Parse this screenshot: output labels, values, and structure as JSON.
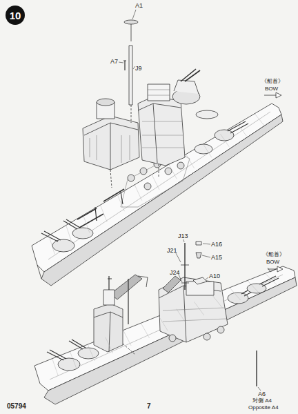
{
  "diagram": {
    "nodes": [
      {
        "text": [
          "10"
        ]
      }
    ],
    "labels": [
      "A1",
      "A7",
      "J9",
      "《船首》",
      "BOW",
      "J13",
      "J21",
      "A16",
      "A15",
      "J24",
      "A10",
      "《船首》",
      "BOW",
      "A6",
      "对侧 A4",
      "Opposite A4",
      "05794",
      "7"
    ]
  }
}
